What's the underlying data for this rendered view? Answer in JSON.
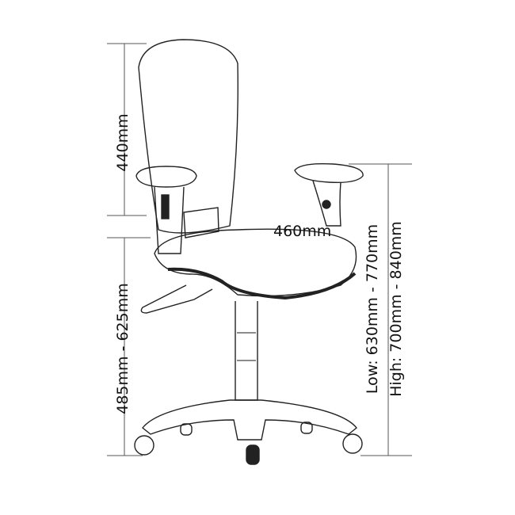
{
  "dimensions": {
    "backrest_height": "440mm",
    "seat_width": "460mm",
    "seat_height": "485mm - 625mm",
    "overall_low": "Low: 630mm - 770mm",
    "overall_high": "High: 700mm - 840mm"
  }
}
